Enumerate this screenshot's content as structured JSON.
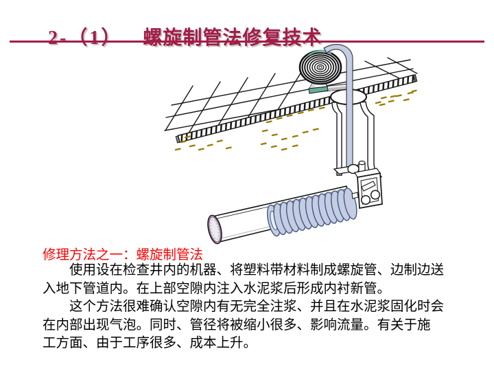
{
  "slide": {
    "title_prefix": "2-（1）",
    "title_text": "螺旋制管法修复技术",
    "subtitle": "修理方法之一：螺旋制管法",
    "body_lines": [
      "使用设在检查井内的机器、将塑料带材料制成螺旋管、边制边送",
      "入地下管道内。在上部空隙内注入水泥浆后形成内衬新管。",
      "这个方法很难确认空隙内有无完全注浆、并且在水泥浆固化时会",
      "在内部出现气泡。同时、管径将被缩小很多、影响流量。有关于施",
      "工方面、由于工序很多、成本上升。"
    ],
    "colors": {
      "title_text": "#A31C47",
      "title_rule": "#A31C47",
      "subtitle_text": "#FF0000",
      "body_text": "#000000",
      "background": "#FFFFFF",
      "strip_blue": "#C4CDE4",
      "spiral_blue": "#C4CDE4",
      "spiral_outline": "#44597C",
      "teal_accent": "#63AE9C",
      "soil_dash": "#9A7D00",
      "pipe_rim_purple": "#9B6FA0",
      "diagram_line": "#161616"
    }
  }
}
